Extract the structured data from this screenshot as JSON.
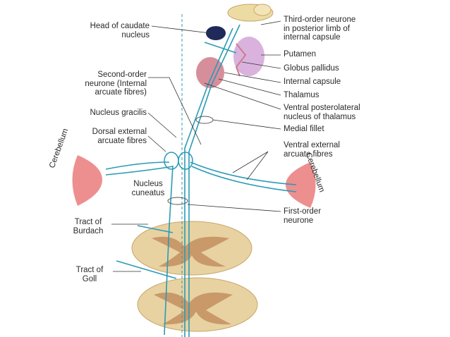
{
  "labels": {
    "head_caudate": "Head of caudate\nnucleus",
    "third_order": "Third-order neurone\nin posterior limb of\ninternal capsule",
    "putamen": "Putamen",
    "globus": "Globus pallidus",
    "internal_capsule": "Internal capsule",
    "thalamus": "Thalamus",
    "vpl": "Ventral posterolateral\nnucleus of thalamus",
    "second_order": "Second-order\nneurone (Internal\narcuate fibres)",
    "gracilis": "Nucleus gracilis",
    "medial_fillet": "Medial fillet",
    "dorsal_ext": "Dorsal external\narcuate fibres",
    "ventral_ext": "Ventral external\narcuate fibres",
    "cuneatus": "Nucleus\ncuneatus",
    "cerebellum": "Cerebellum",
    "first_order": "First-order\nneurone",
    "burdach": "Tract of\nBurdach",
    "goll": "Tract of\nGoll"
  },
  "colors": {
    "tract": "#2a9bb5",
    "leader": "#333333",
    "cord": "#e8d2a2",
    "cord_edge": "#c9a66a",
    "grey_matter": "#c9996a",
    "cerebellum": "#e86a6a",
    "putamen": "#d9b3dd",
    "thalamus": "#d07a8a",
    "caudate": "#1f2a5a"
  }
}
